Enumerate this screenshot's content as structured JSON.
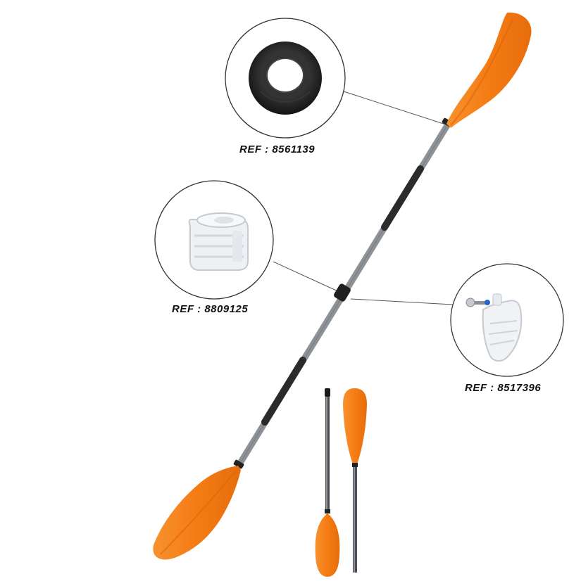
{
  "parts": [
    {
      "id": "rubber-ring",
      "ref_label": "REF : 8561139"
    },
    {
      "id": "shaft-clip",
      "ref_label": "REF : 8809125"
    },
    {
      "id": "push-button",
      "ref_label": "REF : 8517396"
    }
  ],
  "colors": {
    "blade_orange": "#f5811f",
    "shaft_silver": "#9ea3a8",
    "grip_dark": "#2b2b2b",
    "ring_black": "#1a1a1a"
  }
}
